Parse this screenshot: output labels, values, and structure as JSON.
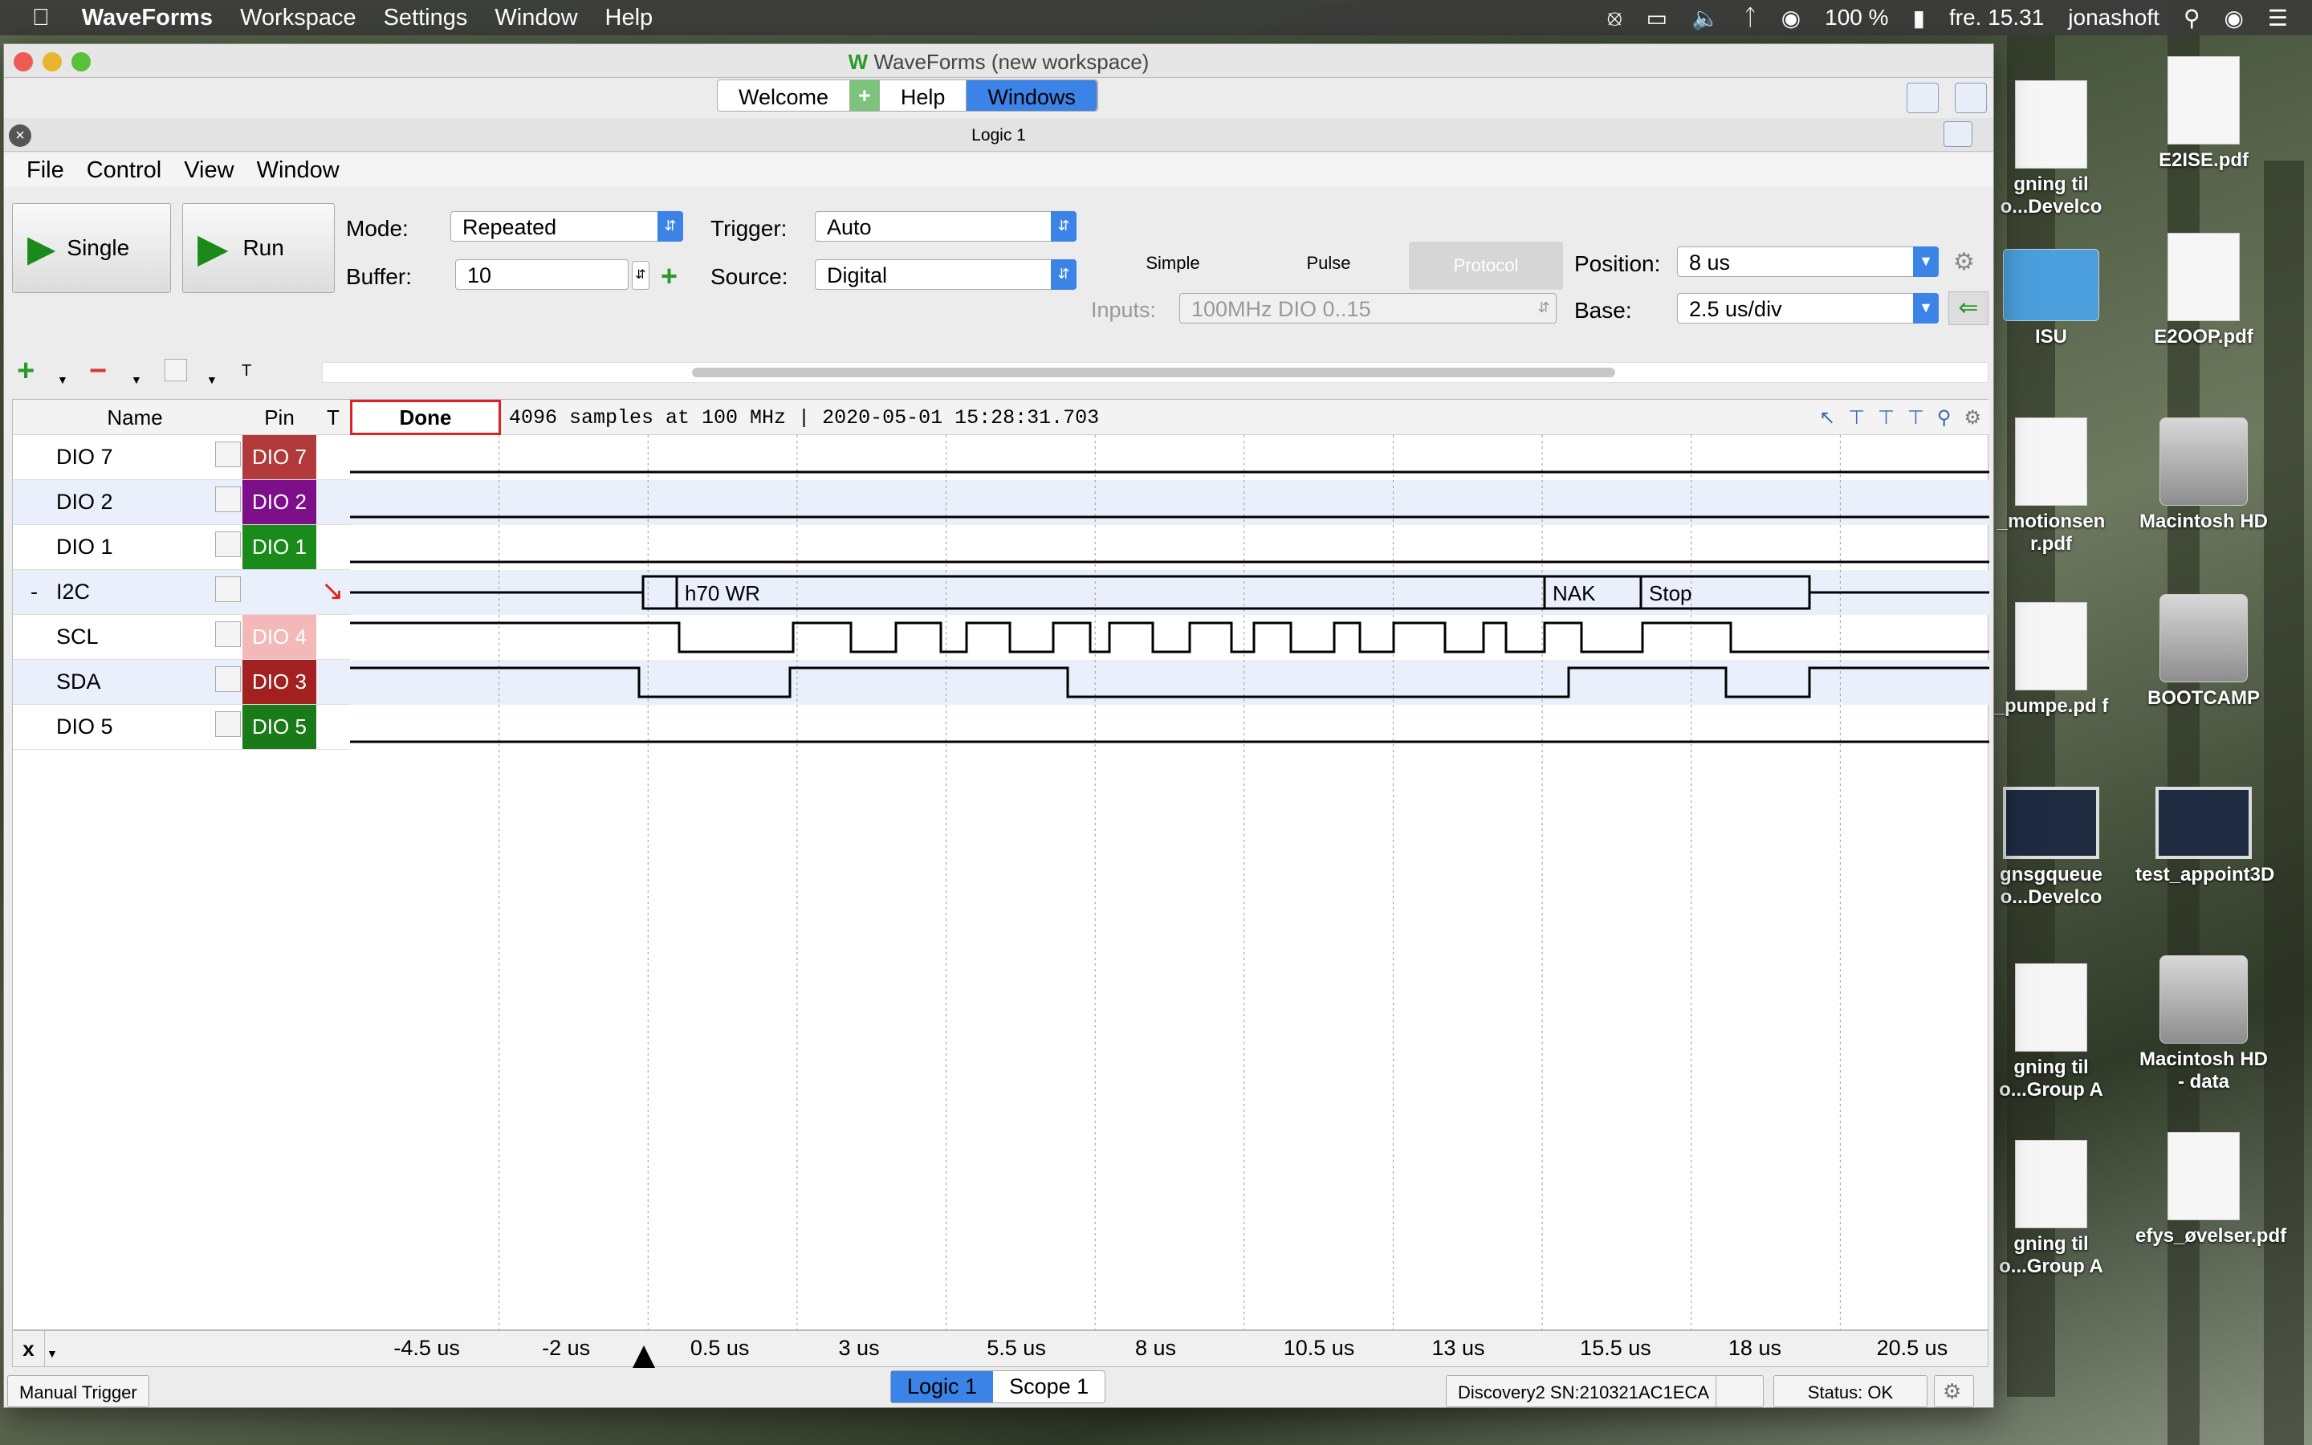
{
  "menubar": {
    "app": "WaveForms",
    "items": [
      "Workspace",
      "Settings",
      "Window",
      "Help"
    ],
    "battery": "100 %",
    "clock": "fre. 15.31",
    "user": "jonashoft"
  },
  "window": {
    "title": "WaveForms (new workspace)",
    "tabs": [
      "Welcome",
      "Help",
      "Windows"
    ],
    "active_tab": "Windows"
  },
  "instrument": {
    "title": "Logic 1"
  },
  "appmenu": [
    "File",
    "Control",
    "View",
    "Window"
  ],
  "controls": {
    "single": "Single",
    "run": "Run",
    "mode_label": "Mode:",
    "mode": "Repeated",
    "buffer_label": "Buffer:",
    "buffer": "10",
    "trigger_label": "Trigger:",
    "trigger": "Auto",
    "source_label": "Source:",
    "source": "Digital",
    "inputs_label": "Inputs:",
    "inputs": "100MHz DIO 0..15",
    "simple": "Simple",
    "pulse": "Pulse",
    "protocol": "Protocol",
    "position_label": "Position:",
    "position": "8 us",
    "base_label": "Base:",
    "base": "2.5 us/div"
  },
  "table": {
    "headers": {
      "name": "Name",
      "pin": "Pin",
      "trigger": "T"
    },
    "status": "Done",
    "info": "4096 samples at 100 MHz | 2020-05-01 15:28:31.703",
    "rows": [
      {
        "name": "DIO 7",
        "pin": "DIO 7",
        "color": "#b23a3a"
      },
      {
        "name": "DIO 2",
        "pin": "DIO 2",
        "color": "#7d0f8a"
      },
      {
        "name": "DIO 1",
        "pin": "DIO 1",
        "color": "#1a8a1a"
      },
      {
        "name": "I2C",
        "pin": "",
        "color": "",
        "expander": "-"
      },
      {
        "name": "SCL",
        "pin": "DIO 4",
        "color": "#f4b8b8"
      },
      {
        "name": "SDA",
        "pin": "DIO 3",
        "color": "#a32020"
      },
      {
        "name": "DIO 5",
        "pin": "DIO 5",
        "color": "#1a7a1a"
      }
    ],
    "i2c_labels": [
      "h70 WR",
      "NAK",
      "Stop"
    ]
  },
  "axis": {
    "ticks": [
      "-4.5 us",
      "-2 us",
      "0.5 us",
      "3 us",
      "5.5 us",
      "8 us",
      "10.5 us",
      "13 us",
      "15.5 us",
      "18 us",
      "20.5 us"
    ],
    "x_button": "x"
  },
  "bottom_tabs": [
    "Logic 1",
    "Scope 1"
  ],
  "status": {
    "trigger": "Manual Trigger",
    "device": "Discovery2 SN:210321AC1ECA",
    "state": "Status: OK"
  },
  "desktop": [
    "gning til\n o...Develco",
    "E2ISE.pdf",
    "ISU",
    "E2OOP.pdf",
    "_motionsen\n r.pdf",
    "Macintosh HD",
    "_pumpe.pd\n f",
    "BOOTCAMP",
    "gnsgqueue\n o...Develco",
    "test_appoint3D",
    "Macintosh HD\n - data",
    "gning til\n o...Group A",
    "efys_øvelser.pdf",
    "gning til\n o...Group A"
  ]
}
